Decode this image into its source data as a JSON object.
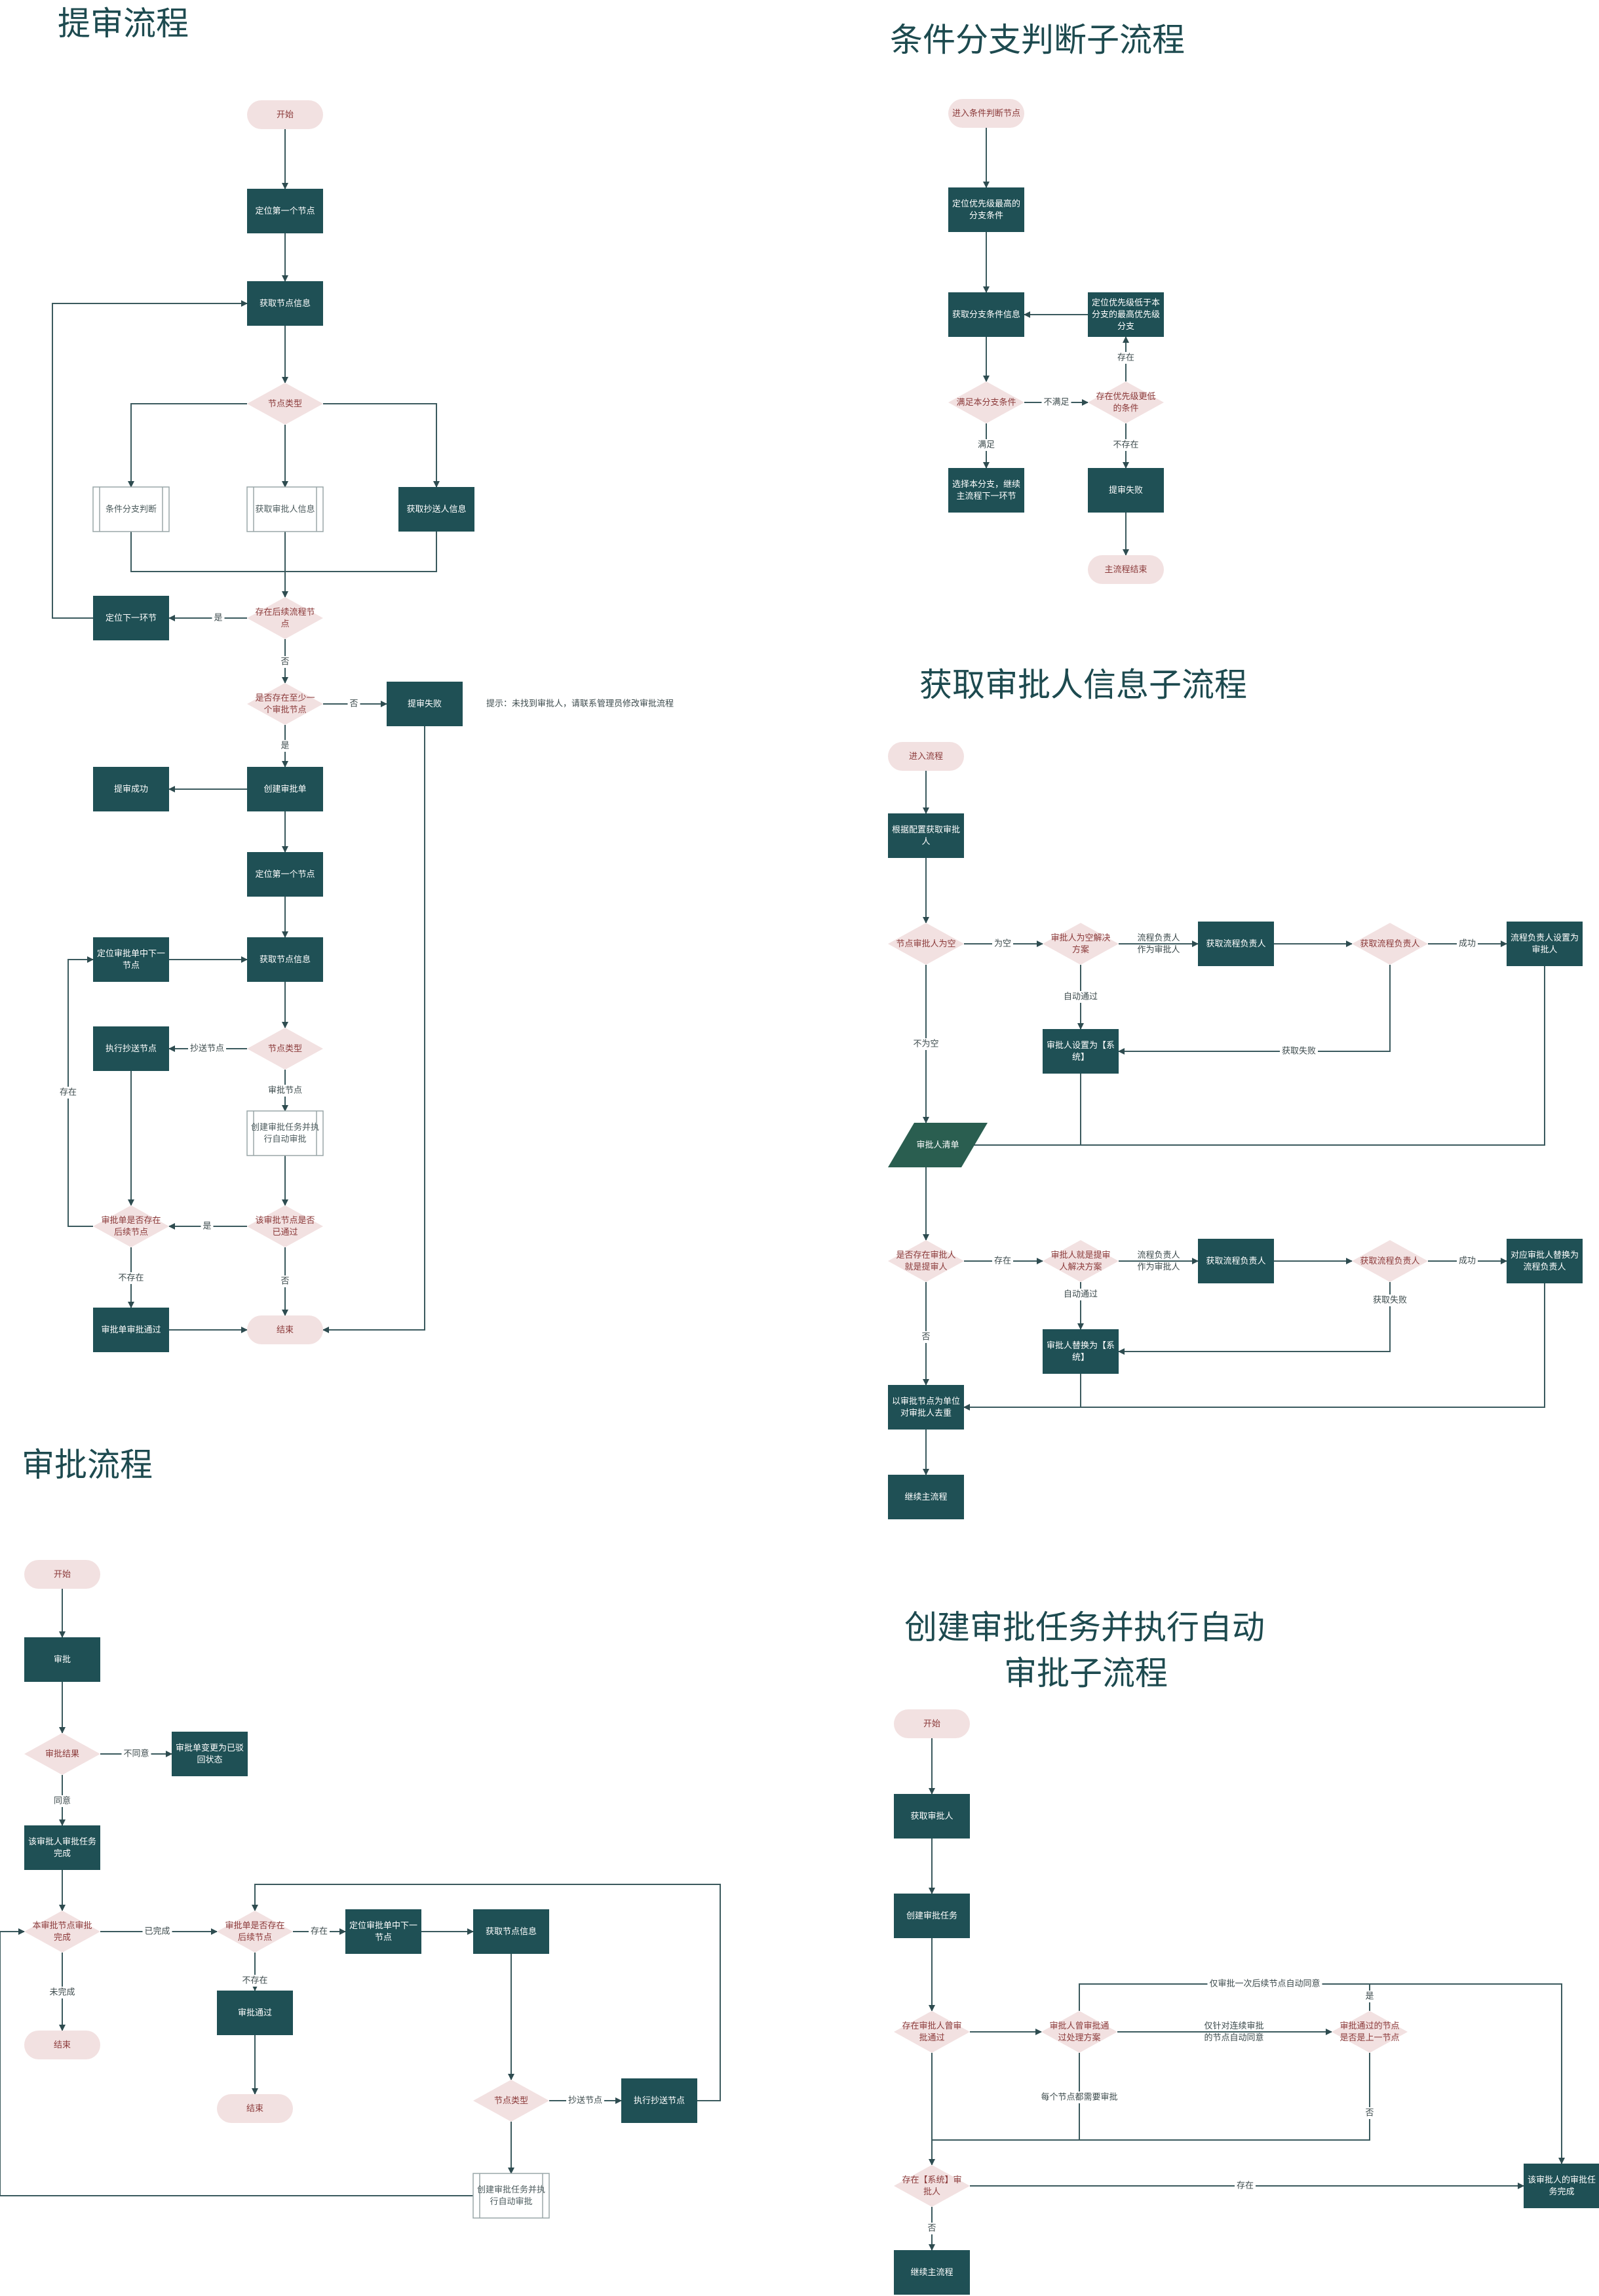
{
  "colors": {
    "dark": "#1f5055",
    "pink": "#f2e1e1",
    "pinkText": "#8b3a3a",
    "line": "#3b5a5e",
    "heading": "#1d4a4f",
    "para": "#2a5e50"
  },
  "sections": {
    "submit": {
      "title": "提审流程",
      "nodes": {
        "start": "开始",
        "locate_first": "定位第一个节点",
        "get_node": "获取节点信息",
        "node_type": "节点类型",
        "cond_branch": "条件分支判断",
        "get_approver": "获取审批人信息",
        "get_cc": "获取抄送人信息",
        "has_next": "存在后续流程节点",
        "locate_next": "定位下一环节",
        "has_approval": "是否存在至少一个审批节点",
        "fail": "提审失败",
        "success": "提审成功",
        "create_form": "创建审批单",
        "locate_first2": "定位第一个节点",
        "get_node2": "获取节点信息",
        "locate_next_form": "定位审批单中下一节点",
        "node_type2": "节点类型",
        "exec_cc": "执行抄送节点",
        "create_task": "创建审批任务并执行自动审批",
        "form_has_next": "审批单是否存在后续节点",
        "task_passed": "该审批节点是否已通过",
        "form_passed": "审批单审批通过",
        "end": "结束"
      },
      "labels": {
        "yes1": "是",
        "no1": "否",
        "no2": "否",
        "yes2": "是",
        "cc_node": "抄送节点",
        "approval_node": "审批节点",
        "exists": "存在",
        "yes3": "是",
        "not_exists": "不存在",
        "no3": "否"
      },
      "note": "提示：未找到审批人，请联系管理员修改审批流程"
    },
    "branch": {
      "title": "条件分支判断子流程",
      "nodes": {
        "enter": "进入条件判断节点",
        "locate_top": "定位优先级最高的分支条件",
        "get_branch": "获取分支条件信息",
        "locate_lower": "定位优先级低于本分支的最高优先级分支",
        "satisfy": "满足本分支条件",
        "has_lower": "存在优先级更低的条件",
        "select": "选择本分支，继续主流程下一环节",
        "fail": "提审失败",
        "end": "主流程结束"
      },
      "labels": {
        "not_satisfy": "不满足",
        "satisfy": "满足",
        "exists": "存在",
        "not_exists": "不存在"
      }
    },
    "approver": {
      "title": "获取审批人信息子流程",
      "nodes": {
        "enter": "进入流程",
        "by_config": "根据配置获取审批人",
        "is_empty": "节点审批人为空",
        "empty_plan": "审批人为空解决方案",
        "get_owner1": "获取流程负责人",
        "owner_is_empty": "获取流程负责人",
        "set_owner": "流程负责人设置为审批人",
        "set_system": "审批人设置为【系统】",
        "list": "审批人清单",
        "is_submitter": "是否存在审批人就是提审人",
        "submitter_plan": "审批人就是提审人解决方案",
        "get_owner2": "获取流程负责人",
        "owner_result2": "获取流程负责人",
        "replace_owner": "对应审批人替换为流程负责人",
        "replace_system": "审批人替换为【系统】",
        "dedupe": "以审批节点为单位对审批人去重",
        "continue": "继续主流程"
      },
      "labels": {
        "empty": "为空",
        "owner_as": "流程负责人作为审批人",
        "auto_pass": "自动通过",
        "success": "成功",
        "fail": "获取失败",
        "not_empty": "不为空",
        "exists": "存在",
        "owner_as2": "流程负责人作为审批人",
        "auto_pass2": "自动通过",
        "success2": "成功",
        "fail2": "获取失败",
        "no": "否"
      }
    },
    "approval": {
      "title": "审批流程",
      "nodes": {
        "start": "开始",
        "approve": "审批",
        "result": "审批结果",
        "rejected": "审批单变更为已驳回状态",
        "task_done": "该审批人审批任务完成",
        "node_done": "本审批节点审批完成",
        "end1": "结束",
        "form_has_next": "审批单是否存在后续节点",
        "locate_next": "定位审批单中下一节点",
        "get_node": "获取节点信息",
        "passed": "审批通过",
        "end2": "结束",
        "node_type": "节点类型",
        "exec_cc": "执行抄送节点",
        "create_task": "创建审批任务并执行自动审批"
      },
      "labels": {
        "disagree": "不同意",
        "agree": "同意",
        "done": "已完成",
        "not_done": "未完成",
        "exists": "存在",
        "not_exists": "不存在",
        "cc_node": "抄送节点"
      }
    },
    "task": {
      "title_line1": "创建审批任务并执行自动",
      "title_line2": "审批子流程",
      "nodes": {
        "start": "开始",
        "get_approver": "获取审批人",
        "create_task": "创建审批任务",
        "has_passed": "存在审批人曾审批通过",
        "plan": "审批人曾审批通过处理方案",
        "prev_same": "审批通过的节点是否是上一节点",
        "has_system": "存在【系统】审批人",
        "done": "该审批人的审批任务完成",
        "continue": "继续主流程"
      },
      "labels": {
        "only_once": "仅审批一次后续节点自动同意",
        "yes": "是",
        "consecutive": "仅针对连续审批的节点自动同意",
        "each_node": "每个节点都需要审批",
        "no": "否",
        "exists": "存在",
        "no2": "否"
      }
    }
  }
}
